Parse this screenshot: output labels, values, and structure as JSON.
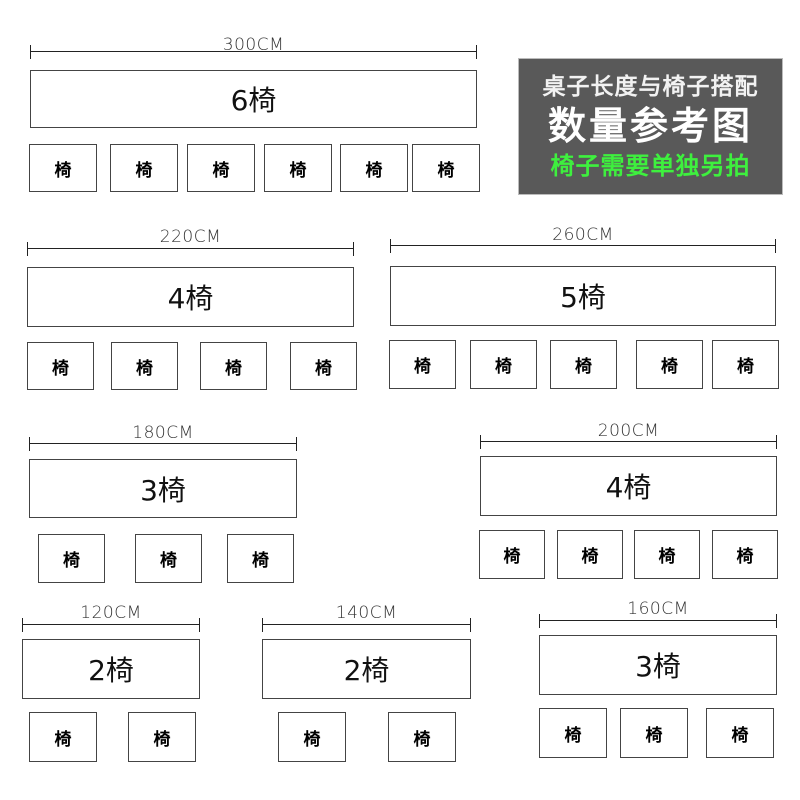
{
  "banner": {
    "line1": "桌子长度与椅子搭配",
    "line2": "数量参考图",
    "line3": "椅子需要单独另拍",
    "colors": {
      "background": "#595959",
      "title": "#ffffff",
      "note": "#3ef03e"
    }
  },
  "chair_label": "椅",
  "groups": [
    {
      "dimension": "300CM",
      "table_label": "6椅",
      "chair_count": 6
    },
    {
      "dimension": "220CM",
      "table_label": "4椅",
      "chair_count": 4
    },
    {
      "dimension": "260CM",
      "table_label": "5椅",
      "chair_count": 5
    },
    {
      "dimension": "180CM",
      "table_label": "3椅",
      "chair_count": 3
    },
    {
      "dimension": "200CM",
      "table_label": "4椅",
      "chair_count": 4
    },
    {
      "dimension": "120CM",
      "table_label": "2椅",
      "chair_count": 2
    },
    {
      "dimension": "140CM",
      "table_label": "2椅",
      "chair_count": 2
    },
    {
      "dimension": "160CM",
      "table_label": "3椅",
      "chair_count": 3
    }
  ]
}
